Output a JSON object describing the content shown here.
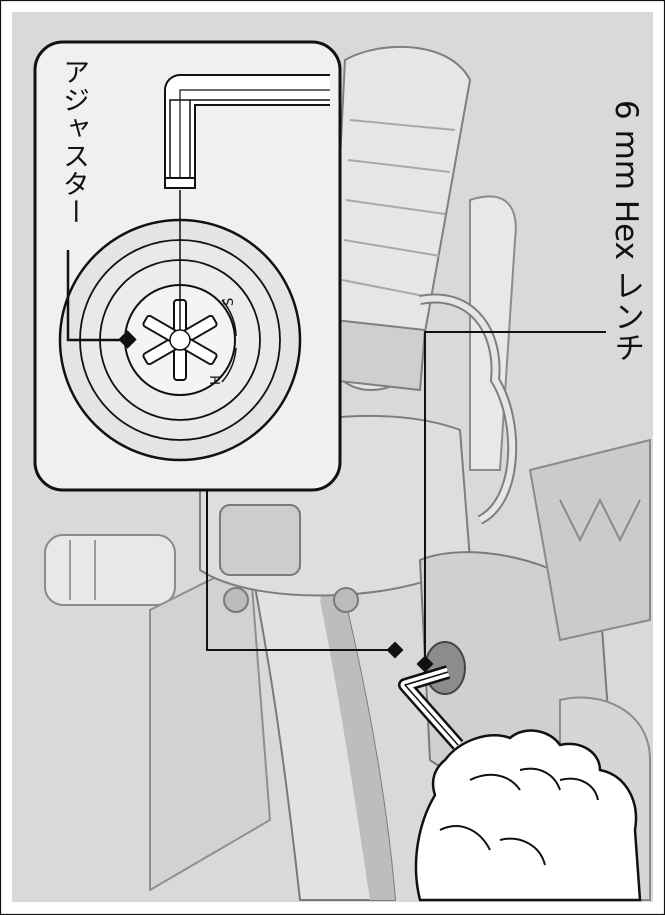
{
  "labels": {
    "adjuster": "アジャスター",
    "wrench": "6 mm Hex レンチ"
  },
  "dial_marks": {
    "soft": "S",
    "hard": "H"
  },
  "colors": {
    "background": "#d9d9d9",
    "part_light": "#e4e4e4",
    "part_mid": "#c8c8c8",
    "part_dark": "#9a9a9a",
    "outline": "#111111",
    "callout_fill": "#f2f2f2"
  },
  "icons": [
    "hex-wrench-icon",
    "hand-icon",
    "adjuster-dial-icon"
  ]
}
